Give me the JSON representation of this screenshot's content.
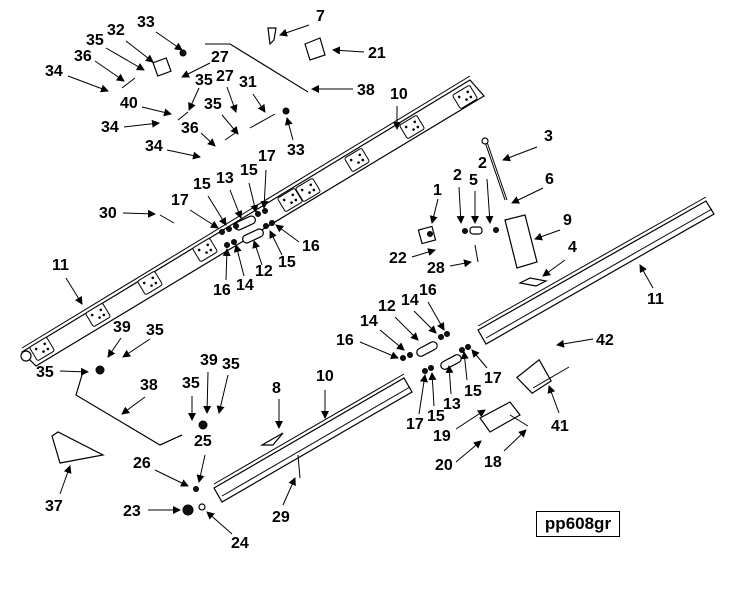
{
  "diagram": {
    "title": "Exploded parts diagram - rail assembly",
    "reference_code": "pp608gr",
    "callouts": [
      {
        "id": "c7",
        "label": "7"
      },
      {
        "id": "c21",
        "label": "21"
      },
      {
        "id": "c33a",
        "label": "33"
      },
      {
        "id": "c32",
        "label": "32"
      },
      {
        "id": "c35a",
        "label": "35"
      },
      {
        "id": "c36a",
        "label": "36"
      },
      {
        "id": "c34a",
        "label": "34"
      },
      {
        "id": "c27a",
        "label": "27"
      },
      {
        "id": "c40",
        "label": "40"
      },
      {
        "id": "c35b",
        "label": "35"
      },
      {
        "id": "c27b",
        "label": "27"
      },
      {
        "id": "c31",
        "label": "31"
      },
      {
        "id": "c38a",
        "label": "38"
      },
      {
        "id": "c10a",
        "label": "10"
      },
      {
        "id": "c34b",
        "label": "34"
      },
      {
        "id": "c35c",
        "label": "35"
      },
      {
        "id": "c36b",
        "label": "36"
      },
      {
        "id": "c33b",
        "label": "33"
      },
      {
        "id": "c34c",
        "label": "34"
      },
      {
        "id": "c3",
        "label": "3"
      },
      {
        "id": "c2a",
        "label": "2"
      },
      {
        "id": "c2b",
        "label": "2"
      },
      {
        "id": "c5",
        "label": "5"
      },
      {
        "id": "c6",
        "label": "6"
      },
      {
        "id": "c1",
        "label": "1"
      },
      {
        "id": "c9",
        "label": "9"
      },
      {
        "id": "c22",
        "label": "22"
      },
      {
        "id": "c28",
        "label": "28"
      },
      {
        "id": "c4",
        "label": "4"
      },
      {
        "id": "c11a",
        "label": "11"
      },
      {
        "id": "c11b",
        "label": "11"
      },
      {
        "id": "c30",
        "label": "30"
      },
      {
        "id": "c17a",
        "label": "17"
      },
      {
        "id": "c15a",
        "label": "15"
      },
      {
        "id": "c13a",
        "label": "13"
      },
      {
        "id": "c15b",
        "label": "15"
      },
      {
        "id": "c17b",
        "label": "17"
      },
      {
        "id": "c16a",
        "label": "16"
      },
      {
        "id": "c15c",
        "label": "15"
      },
      {
        "id": "c12a",
        "label": "12"
      },
      {
        "id": "c14a",
        "label": "14"
      },
      {
        "id": "c16b",
        "label": "16"
      },
      {
        "id": "c39a",
        "label": "39"
      },
      {
        "id": "c35d",
        "label": "35"
      },
      {
        "id": "c35e",
        "label": "35"
      },
      {
        "id": "c38b",
        "label": "38"
      },
      {
        "id": "c39b",
        "label": "39"
      },
      {
        "id": "c35f",
        "label": "35"
      },
      {
        "id": "c35g",
        "label": "35"
      },
      {
        "id": "c25",
        "label": "25"
      },
      {
        "id": "c26",
        "label": "26"
      },
      {
        "id": "c37",
        "label": "37"
      },
      {
        "id": "c23",
        "label": "23"
      },
      {
        "id": "c24",
        "label": "24"
      },
      {
        "id": "c8",
        "label": "8"
      },
      {
        "id": "c10b",
        "label": "10"
      },
      {
        "id": "c29",
        "label": "29"
      },
      {
        "id": "c16c",
        "label": "16"
      },
      {
        "id": "c14b",
        "label": "14"
      },
      {
        "id": "c12b",
        "label": "12"
      },
      {
        "id": "c14c",
        "label": "14"
      },
      {
        "id": "c16d",
        "label": "16"
      },
      {
        "id": "c17c",
        "label": "17"
      },
      {
        "id": "c15d",
        "label": "15"
      },
      {
        "id": "c13b",
        "label": "13"
      },
      {
        "id": "c15e",
        "label": "15"
      },
      {
        "id": "c17d",
        "label": "17"
      },
      {
        "id": "c42",
        "label": "42"
      },
      {
        "id": "c41",
        "label": "41"
      },
      {
        "id": "c19",
        "label": "19"
      },
      {
        "id": "c20",
        "label": "20"
      },
      {
        "id": "c18",
        "label": "18"
      }
    ]
  }
}
